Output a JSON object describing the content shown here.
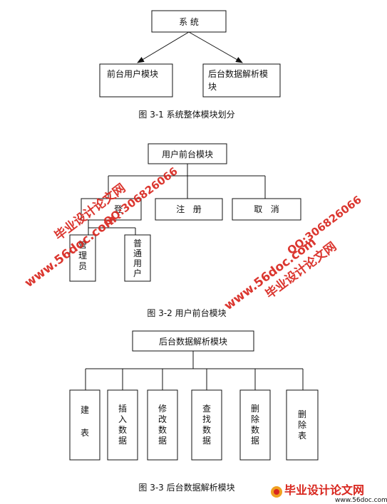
{
  "figure1": {
    "root": "系 统",
    "children": [
      "前台用户模块",
      "后台数据解析模块"
    ],
    "caption": "图 3-1 系统整体模块划分"
  },
  "figure2": {
    "root": "用户前台模块",
    "children": [
      "登",
      "注   册",
      "取   消"
    ],
    "sub_children": [
      "管理员",
      "普通用户"
    ],
    "caption": "图 3-2 用户前台模块"
  },
  "figure3": {
    "root": "后台数据解析模块",
    "children": [
      "建表",
      "插入数据",
      "修改数据",
      "查找数据",
      "删除数据",
      "删除表"
    ],
    "caption": "图 3-3 后台数据解析模块"
  },
  "watermarks": {
    "site_cn": "毕业设计论文网",
    "url": "www.56doc.com",
    "qq": "QQ:306826066"
  },
  "logo": {
    "text": "毕业设计论文网",
    "url": "www.56doc.com"
  }
}
